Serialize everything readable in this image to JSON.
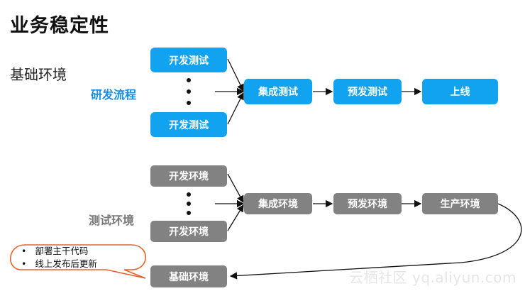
{
  "page": {
    "title": "业务稳定性",
    "subtitle": "基础环境"
  },
  "dev_flow": {
    "label": "研发流程",
    "dev_test_top": "开发测试",
    "dev_test_bottom": "开发测试",
    "integration_test": "集成测试",
    "pre_release_test": "预发测试",
    "go_live": "上线"
  },
  "test_env": {
    "label": "测试环境",
    "dev_env_top": "开发环境",
    "dev_env_bottom": "开发环境",
    "integration_env": "集成环境",
    "pre_release_env": "预发环境",
    "production_env": "生产环境",
    "base_env": "基础环境"
  },
  "callout": {
    "items": [
      "部署主干代码",
      "线上发布后更新"
    ]
  },
  "watermark": "云栖社区 yq.aliyun.com",
  "colors": {
    "blue": "#12a3f0",
    "gray": "#828282",
    "dev_label": "#1a8fe3",
    "callout_border": "#e8632b"
  }
}
